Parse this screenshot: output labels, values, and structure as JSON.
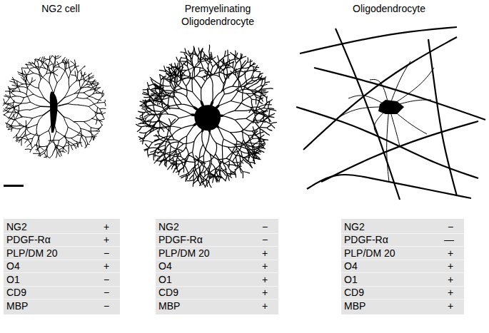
{
  "diagram": {
    "nodes": [
      {
        "text": [
          "NG2",
          "+",
          "PDGF-Rα",
          "+",
          "PLP/DM 20",
          "−",
          "O4",
          "+",
          "O1",
          "−",
          "CD9",
          "−",
          "MBP",
          "−"
        ]
      },
      {
        "text": [
          "NG2",
          "−",
          "PDGF-Rα",
          "−",
          "PLP/DM 20",
          "+",
          "O4",
          "+",
          "O1",
          "+",
          "CD9",
          "+",
          "MBP",
          "+"
        ]
      },
      {
        "text": [
          "NG2",
          "−",
          "PDGF-Rα",
          "—",
          "PLP/DM 20",
          "+",
          "O4",
          "+",
          "O1",
          "+",
          "CD9",
          "+",
          "MBP",
          "+"
        ]
      }
    ],
    "labels": [
      "NG2 cell",
      "Premyelinating Oligodendrocyte",
      "Oligodendrocyte"
    ]
  }
}
